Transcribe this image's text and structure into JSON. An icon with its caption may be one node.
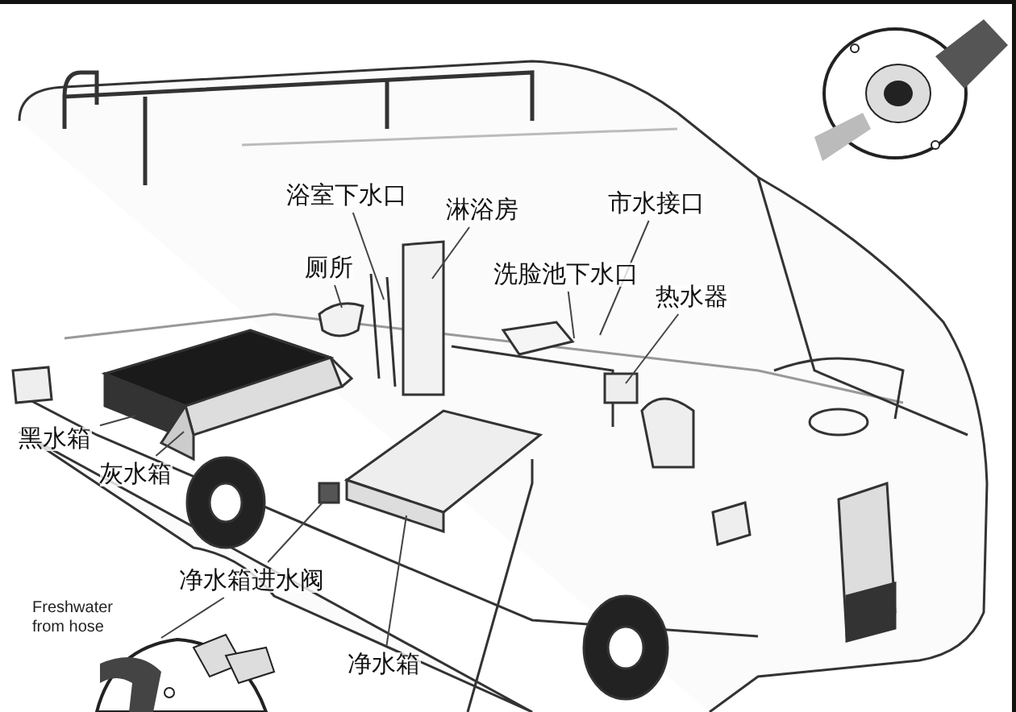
{
  "diagram": {
    "nodes": [
      {
        "text": [
          "浴室下水口"
        ]
      },
      {
        "text": [
          "淋浴房"
        ]
      },
      {
        "text": [
          "市水接口"
        ]
      },
      {
        "text": [
          "厕所"
        ]
      },
      {
        "text": [
          "洗脸池下水口"
        ]
      },
      {
        "text": [
          "热水器"
        ]
      },
      {
        "text": [
          "黑水箱"
        ]
      },
      {
        "text": [
          "灰水箱"
        ]
      },
      {
        "text": [
          "净水箱进水阀"
        ]
      },
      {
        "text": [
          "净水箱"
        ]
      },
      {
        "text": [],
        "shape": "picture"
      }
    ],
    "edges": [
      {
        "from": 0,
        "to": null,
        "arrow": "none"
      },
      {
        "from": 1,
        "to": null,
        "arrow": "none"
      },
      {
        "from": 2,
        "to": null,
        "arrow": "none"
      },
      {
        "from": 3,
        "to": null,
        "arrow": "none"
      },
      {
        "from": 4,
        "to": null,
        "arrow": "none"
      },
      {
        "from": 5,
        "to": null,
        "arrow": "none"
      },
      {
        "from": 6,
        "to": null,
        "arrow": "none"
      },
      {
        "from": 7,
        "to": null,
        "arrow": "none"
      },
      {
        "from": 8,
        "to": null,
        "arrow": "none"
      },
      {
        "from": 8,
        "to": 10,
        "arrow": "none"
      },
      {
        "from": 9,
        "to": null,
        "arrow": "none"
      }
    ],
    "labels": [
      "Freshwater from hose"
    ]
  }
}
